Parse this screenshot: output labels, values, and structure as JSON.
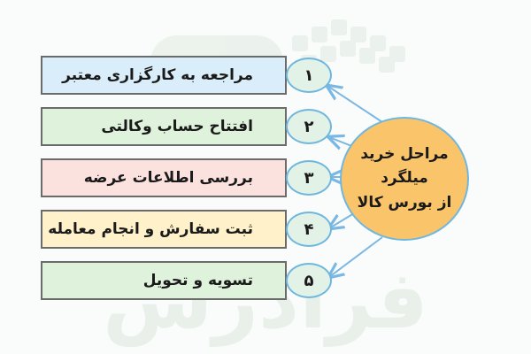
{
  "steps": [
    {
      "number": "۱",
      "label": "مراجعه به کارگزاری معتبر",
      "color": "#d9eefa"
    },
    {
      "number": "۲",
      "label": "افتتاح حساب وکالتی",
      "color": "#dff3dc"
    },
    {
      "number": "۳",
      "label": "بررسی اطلاعات عرضه",
      "color": "#fbe2df"
    },
    {
      "number": "۴",
      "label": "ثبت سفارش و انجام معامله",
      "color": "#fff1c9"
    },
    {
      "number": "۵",
      "label": "تسویه و تحویل",
      "color": "#dff3dc"
    }
  ],
  "center": {
    "line1": "مراحل خرید",
    "line2": "میلگرد",
    "line3": "از بورس کالا",
    "color": "#f9c46a"
  },
  "watermark_text": "فرادرس",
  "colors": {
    "arrow": "#7ab7e3",
    "number_fill": "#e3f2e6",
    "border": "#6b6b6b"
  }
}
